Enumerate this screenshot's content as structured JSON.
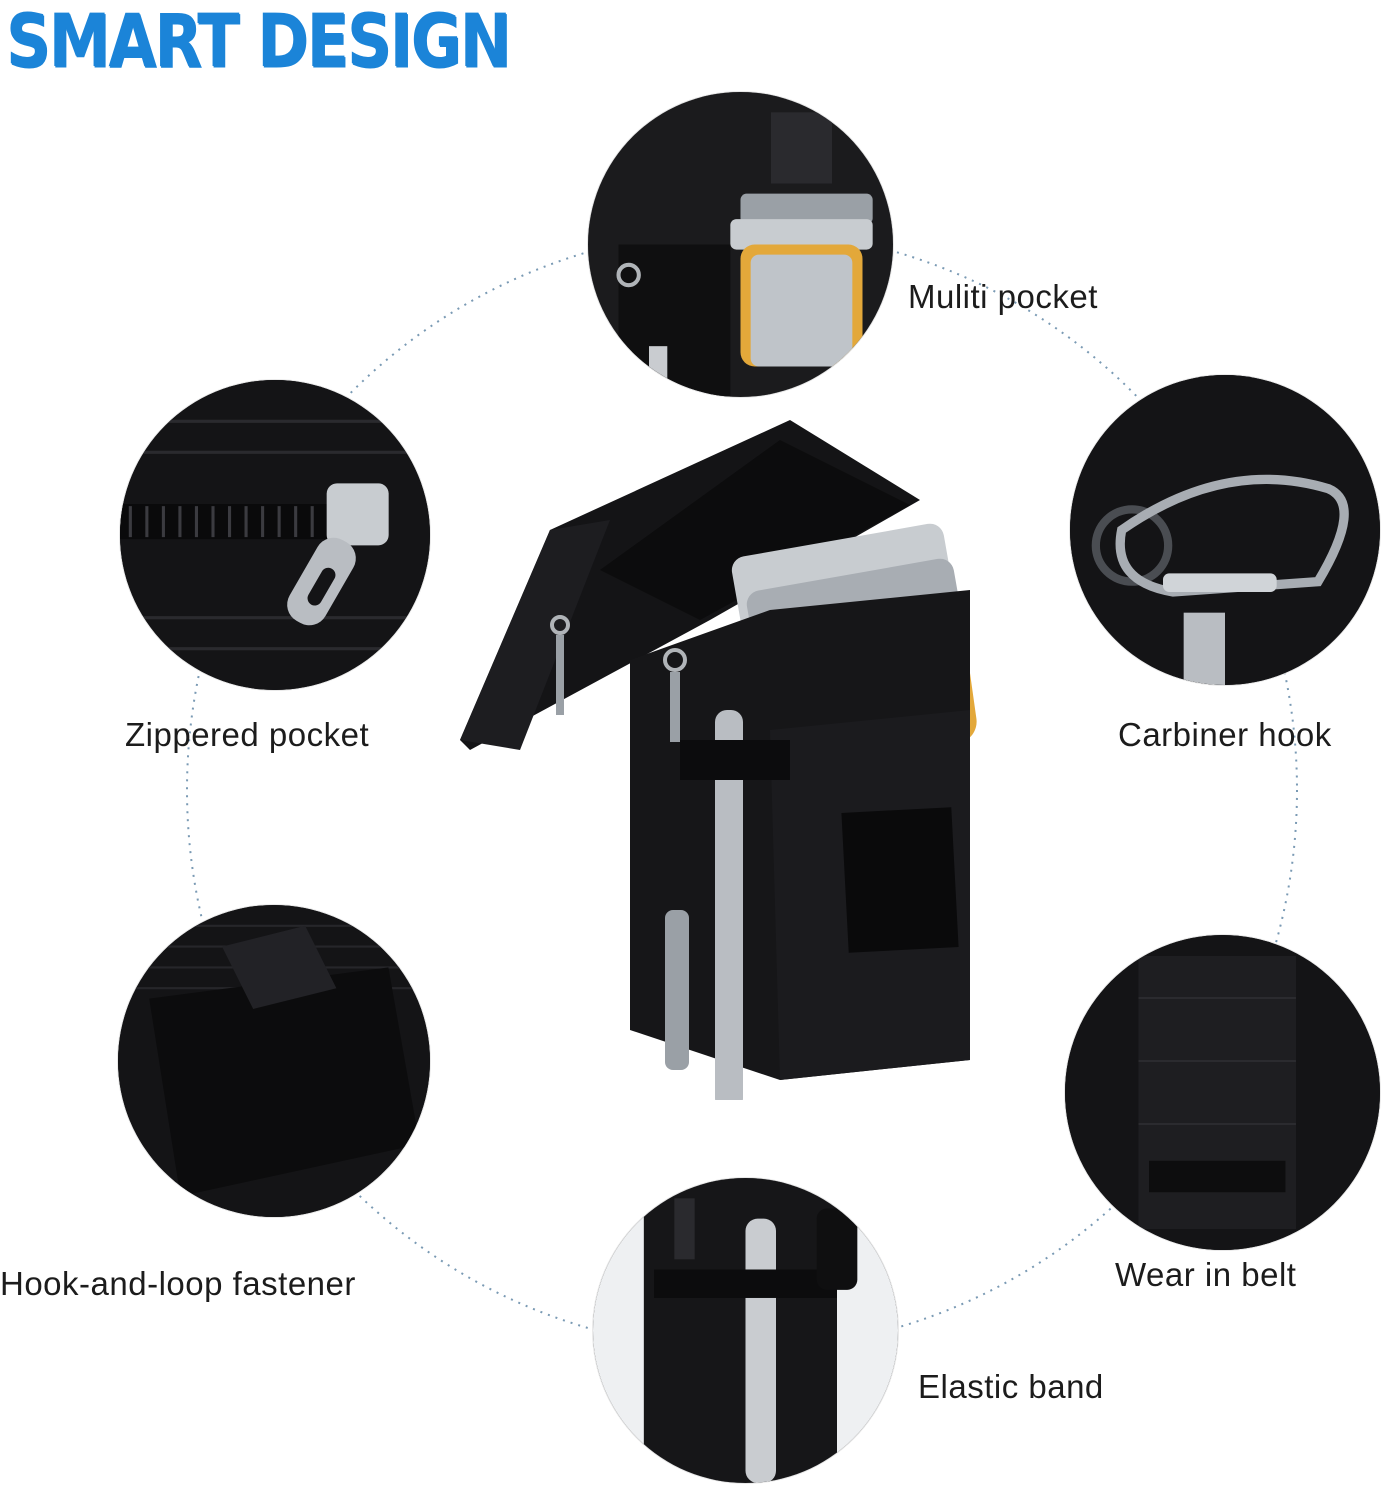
{
  "header": {
    "title": "SMART DESIGN"
  },
  "features": [
    {
      "label": "Muliti pocket",
      "icon": "multi-pocket-icon"
    },
    {
      "label": "Zippered pocket",
      "icon": "zipper-icon"
    },
    {
      "label": "Carbiner hook",
      "icon": "carabiner-icon"
    },
    {
      "label": "Hook-and-loop fastener",
      "icon": "velcro-icon"
    },
    {
      "label": "Wear in belt",
      "icon": "belt-loop-icon"
    },
    {
      "label": "Elastic band",
      "icon": "elastic-band-icon"
    }
  ],
  "colors": {
    "title": "#1b84d8",
    "ring": "#7a9ab4",
    "product": "#141416",
    "accent_yellow": "#e3a83a"
  }
}
